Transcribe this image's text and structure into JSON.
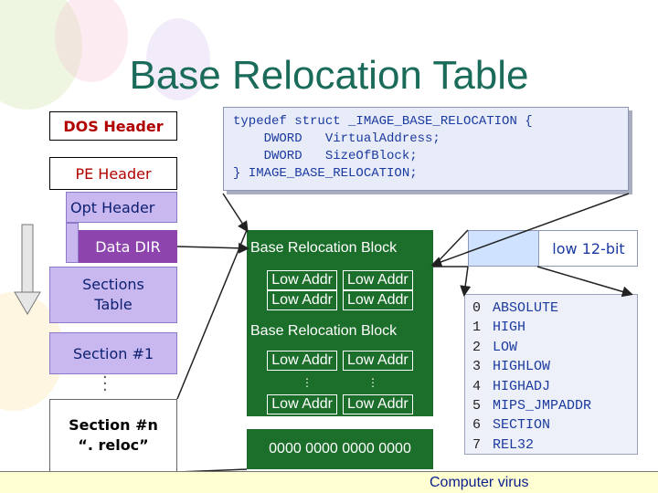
{
  "title": "Base Relocation Table",
  "pe_layout": {
    "dos_header": "DOS Header",
    "pe_header": "PE Header",
    "opt_header": "Opt Header",
    "data_dir": "Data DIR",
    "sections_table": "Sections Table",
    "section1": "Section #1",
    "section_n_line1": "Section #n",
    "section_n_line2": "“. reloc”"
  },
  "code": {
    "line1": "typedef struct _IMAGE_BASE_RELOCATION {",
    "line2": "    DWORD   VirtualAddress;",
    "line3": "    DWORD   SizeOfBlock;",
    "line4": "} IMAGE_BASE_RELOCATION;"
  },
  "reloc": {
    "block1": "Base Relocation Block",
    "addr_cells": [
      "Low Addr",
      "Low Addr",
      "Low Addr",
      "Low Addr"
    ],
    "block2": "Base Relocation Block",
    "addr_cells2": [
      "Low Addr",
      "Low Addr"
    ],
    "addr_cells3": [
      "Low Addr",
      "Low Addr"
    ],
    "terminator": "0000 0000 0000 0000"
  },
  "low_bit_label": "low 12-bit",
  "types": [
    {
      "n": "0",
      "name": "ABSOLUTE"
    },
    {
      "n": "1",
      "name": "HIGH"
    },
    {
      "n": "2",
      "name": "LOW"
    },
    {
      "n": "3",
      "name": "HIGHLOW"
    },
    {
      "n": "4",
      "name": "HIGHADJ"
    },
    {
      "n": "5",
      "name": "MIPS_JMPADDR"
    },
    {
      "n": "6",
      "name": "SECTION"
    },
    {
      "n": "7",
      "name": "REL32"
    }
  ],
  "footer": "Computer virus",
  "colors": {
    "title": "#1a6b5a",
    "block_green": "#1c6e2b",
    "code_text": "#1b3aa0",
    "lavender": "#c9b8f0",
    "purple": "#8e44ad"
  }
}
